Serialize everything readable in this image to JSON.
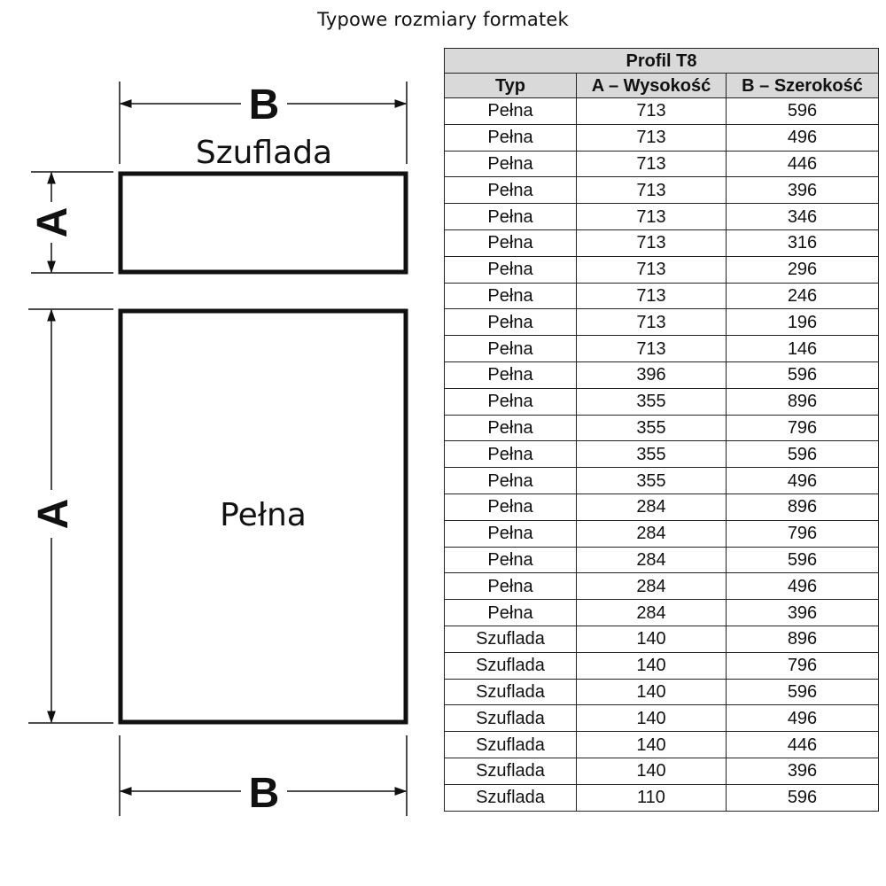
{
  "title": "Typowe rozmiary formatek",
  "diagram": {
    "drawer_label": "Szuflada",
    "full_label": "Pełna",
    "dimension_a": "A",
    "dimension_b": "B"
  },
  "table": {
    "caption": "Profil T8",
    "headers": [
      "Typ",
      "A – Wysokość",
      "B – Szerokość"
    ],
    "rows": [
      [
        "Pełna",
        "713",
        "596"
      ],
      [
        "Pełna",
        "713",
        "496"
      ],
      [
        "Pełna",
        "713",
        "446"
      ],
      [
        "Pełna",
        "713",
        "396"
      ],
      [
        "Pełna",
        "713",
        "346"
      ],
      [
        "Pełna",
        "713",
        "316"
      ],
      [
        "Pełna",
        "713",
        "296"
      ],
      [
        "Pełna",
        "713",
        "246"
      ],
      [
        "Pełna",
        "713",
        "196"
      ],
      [
        "Pełna",
        "713",
        "146"
      ],
      [
        "Pełna",
        "396",
        "596"
      ],
      [
        "Pełna",
        "355",
        "896"
      ],
      [
        "Pełna",
        "355",
        "796"
      ],
      [
        "Pełna",
        "355",
        "596"
      ],
      [
        "Pełna",
        "355",
        "496"
      ],
      [
        "Pełna",
        "284",
        "896"
      ],
      [
        "Pełna",
        "284",
        "796"
      ],
      [
        "Pełna",
        "284",
        "596"
      ],
      [
        "Pełna",
        "284",
        "496"
      ],
      [
        "Pełna",
        "284",
        "396"
      ],
      [
        "Szuflada",
        "140",
        "896"
      ],
      [
        "Szuflada",
        "140",
        "796"
      ],
      [
        "Szuflada",
        "140",
        "596"
      ],
      [
        "Szuflada",
        "140",
        "496"
      ],
      [
        "Szuflada",
        "140",
        "446"
      ],
      [
        "Szuflada",
        "140",
        "396"
      ],
      [
        "Szuflada",
        "110",
        "596"
      ]
    ]
  }
}
